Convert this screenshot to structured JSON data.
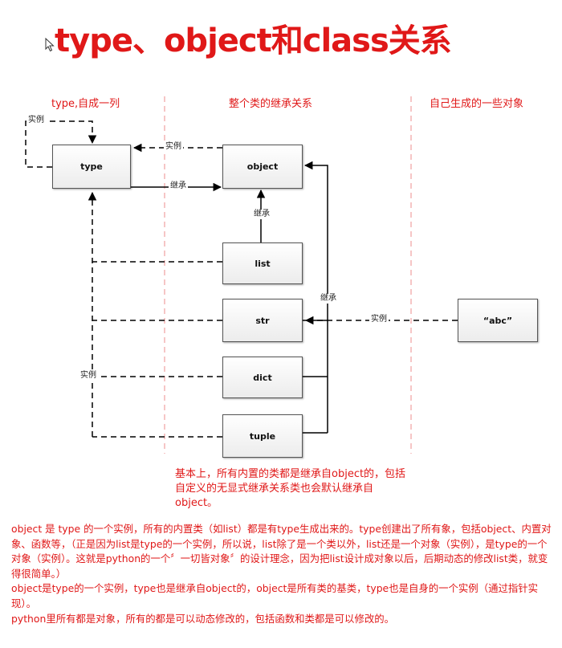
{
  "title": "type、object和class关系",
  "columns": [
    "type,自成一列",
    "整个类的继承关系",
    "自己生成的一些对象"
  ],
  "boxes": {
    "type": "type",
    "object": "object",
    "list": "list",
    "str": "str",
    "dict": "dict",
    "tuple": "tuple",
    "abc": "“abc”"
  },
  "edge_labels": {
    "type_self_instance": "实例",
    "object_to_type_instance": "实例",
    "type_inherits_object": "继承",
    "list_inherits_object": "继承",
    "builtins_inherit_object": "继承",
    "abc_instance_of_str": "实例",
    "builtins_instance_of_type": "实例"
  },
  "note": "基本上，所有内置的类都是继承自object的，包括自定义的无显式继承关系类也会默认继承自object。",
  "paragraphs": [
    "object 是 type 的一个实例，所有的内置类（如list）都是有type生成出来的。type创建出了所有象，包括object、内置对象、函数等，（正是因为list是type的一个实例，所以说，list除了是一个类以外，list还是一个对象（实例），是type的一个对象（实例）。这就是python的一个〞一切皆对象〞的设计理念，因为把list设计成对象以后，后期动态的修改list类，就变得很简单。）",
    "object是type的一个实例，type也是继承自object的，object是所有类的基类，type也是自身的一个实例（通过指针实现）。",
    "python里所有都是对象，所有的都是可以动态修改的，包括函数和类都是可以修改的。"
  ]
}
